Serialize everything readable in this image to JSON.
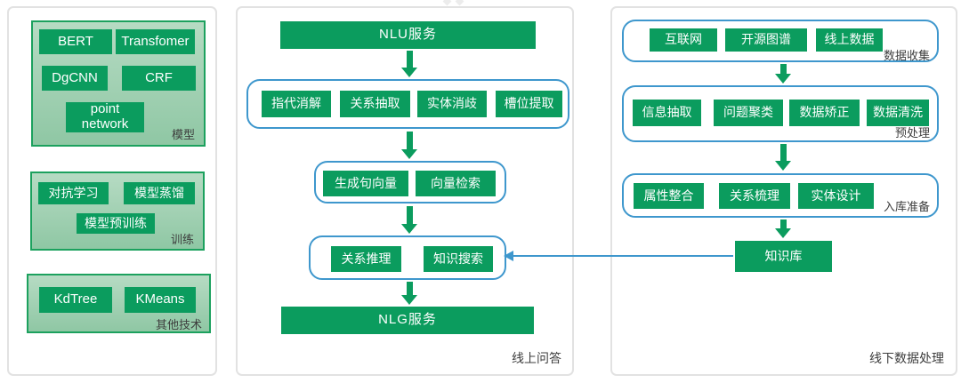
{
  "colors": {
    "node_green": "#0b9c5e",
    "section_border_green": "#1ca15e",
    "section_bg": "#a9d4b8",
    "group_border_blue": "#3e97cd",
    "connector_blue": "#3e97cd",
    "panel_border_gray": "#e2e2e2",
    "node_text": "#ffffff",
    "label_text": "#3d3d3d"
  },
  "left_panel": {
    "sections": [
      {
        "label": "模型",
        "boxes": [
          "BERT",
          "Transfomer",
          "DgCNN",
          "CRF",
          "point network"
        ]
      },
      {
        "label": "训练",
        "boxes": [
          "对抗学习",
          "模型蒸馏",
          "模型预训练"
        ]
      },
      {
        "label": "其他技术",
        "boxes": [
          "KdTree",
          "KMeans"
        ]
      }
    ]
  },
  "middle_panel": {
    "label": "线上问答",
    "top_node": "NLU服务",
    "groups": [
      {
        "boxes": [
          "指代消解",
          "关系抽取",
          "实体消歧",
          "槽位提取"
        ]
      },
      {
        "boxes": [
          "生成句向量",
          "向量检索"
        ]
      },
      {
        "boxes": [
          "关系推理",
          "知识搜索"
        ]
      }
    ],
    "bottom_node": "NLG服务"
  },
  "right_panel": {
    "label": "线下数据处理",
    "groups": [
      {
        "label": "数据收集",
        "boxes": [
          "互联网",
          "开源图谱",
          "线上数据"
        ]
      },
      {
        "label": "预处理",
        "boxes": [
          "信息抽取",
          "问题聚类",
          "数据矫正",
          "数据清洗"
        ]
      },
      {
        "label": "入库准备",
        "boxes": [
          "属性整合",
          "关系梳理",
          "实体设计"
        ]
      }
    ],
    "knowledge_base": "知识库"
  }
}
